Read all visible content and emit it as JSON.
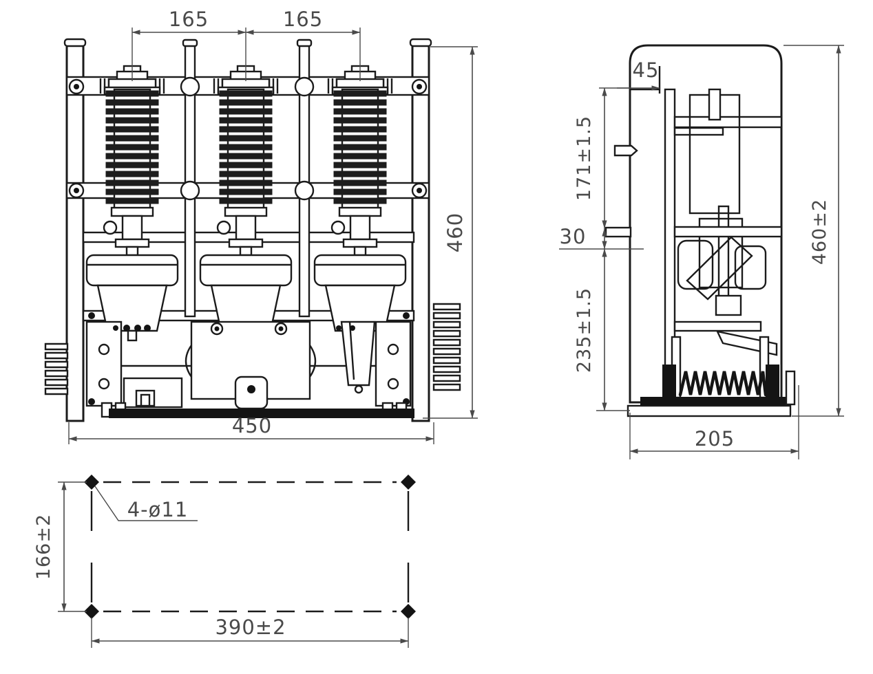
{
  "drawing_type": "engineering-dimension-drawing",
  "front_view": {
    "pitch_left": "165",
    "pitch_right": "165",
    "height": "460",
    "width": "450"
  },
  "side_view": {
    "top_offset": "45",
    "upper_section": "171±1.5",
    "mid_section": "30",
    "lower_section": "235±1.5",
    "overall_height": "460±2",
    "depth": "205"
  },
  "mounting_plan": {
    "hole_callout": "4-ø11",
    "hole_spacing_vertical": "166±2",
    "hole_spacing_horizontal": "390±2"
  },
  "colors": {
    "line": "#1b1b1b",
    "dimension": "#4a4a4a",
    "background": "#ffffff"
  }
}
